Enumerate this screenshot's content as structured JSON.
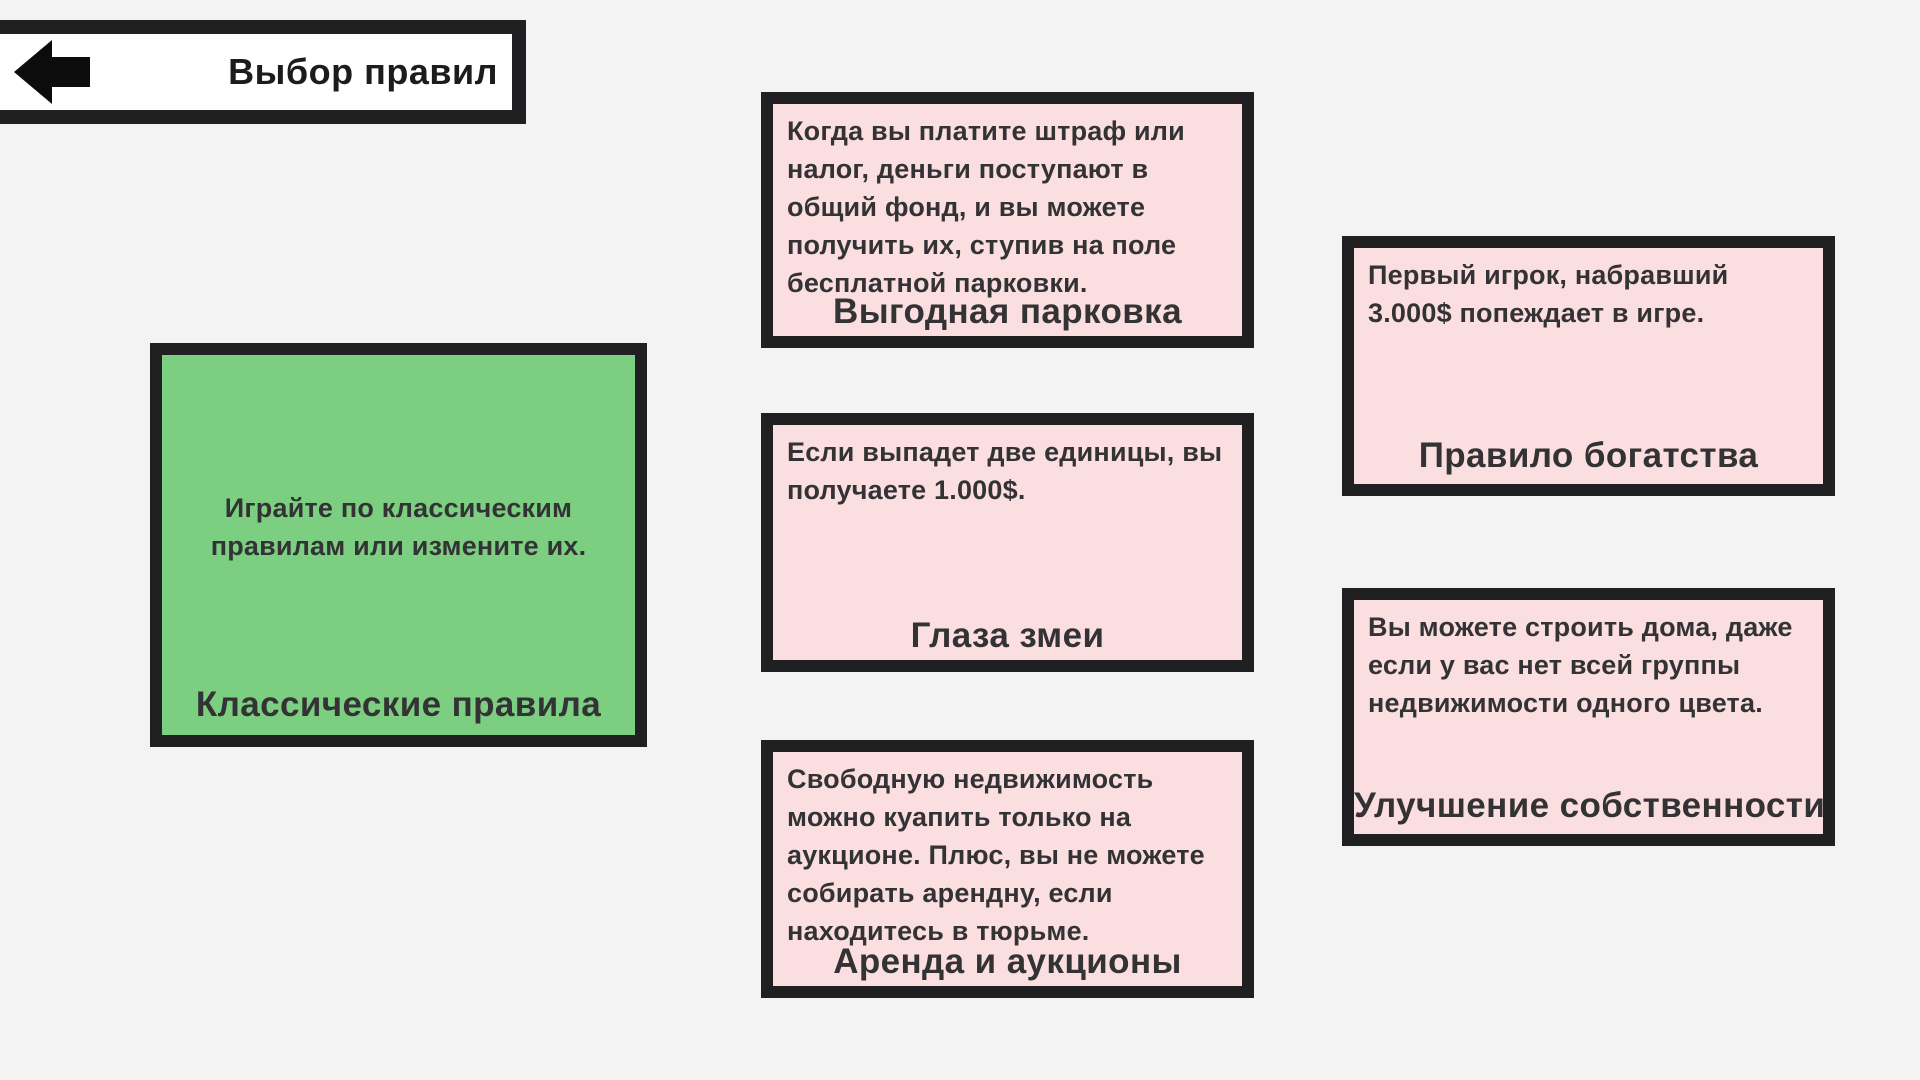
{
  "header": {
    "title": "Выбор правил",
    "back_icon": "arrow-left"
  },
  "colors": {
    "background": "#f2f3f2",
    "card_border": "#202022",
    "classic_card_bg": "#7ccf80",
    "rule_card_bg": "#fbdfe0",
    "title_bar_bg": "#ffffff",
    "text": "#333335"
  },
  "classic_card": {
    "body": "Играйте по классическим\nправилам или измените их.",
    "title": "Классические правила"
  },
  "rule_cards": [
    {
      "body": "Когда вы платите штраф или\nналог, деньги поступают в\nобщий фонд, и вы можете\nполучить их, ступив на поле\nбесплатной парковки.",
      "title": "Выгодная парковка"
    },
    {
      "body": "Если выпадет две единицы, вы\nполучаете 1.000$.",
      "title": "Глаза змеи"
    },
    {
      "body": "Свободную недвижимость\nможно куапить только на\nаукционе. Плюс, вы не можете\nсобирать арендну, если\nнаходитесь в тюрьме.",
      "title": "Аренда и аукционы"
    },
    {
      "body": "Первый игрок, набравший\n3.000$ попеждает в игре.",
      "title": "Правило богатства"
    },
    {
      "body": "Вы можете строить дома, даже\nесли у вас нет всей группы\nнедвижимости одного цвета.",
      "title": "Улучшение собственности"
    }
  ]
}
